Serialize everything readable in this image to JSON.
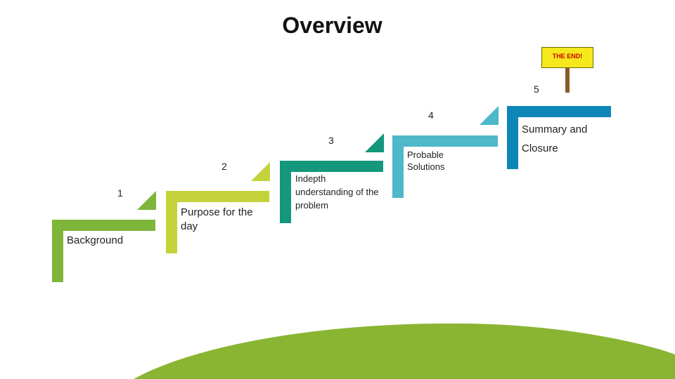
{
  "title": "Overview",
  "sign_text": "THE END!",
  "colors": {
    "step1": "#7fb539",
    "step2": "#c4d33a",
    "step3": "#14977a",
    "step4": "#4db8c9",
    "step5": "#0e86b8",
    "hill": "#8ab533"
  },
  "steps": [
    {
      "number": "1",
      "label": "Background"
    },
    {
      "number": "2",
      "label": "Purpose for the day"
    },
    {
      "number": "3",
      "label": "Indepth understanding of the problem"
    },
    {
      "number": "4",
      "label": "Probable Solutions"
    },
    {
      "number": "5",
      "label": "Summary and Closure"
    }
  ]
}
